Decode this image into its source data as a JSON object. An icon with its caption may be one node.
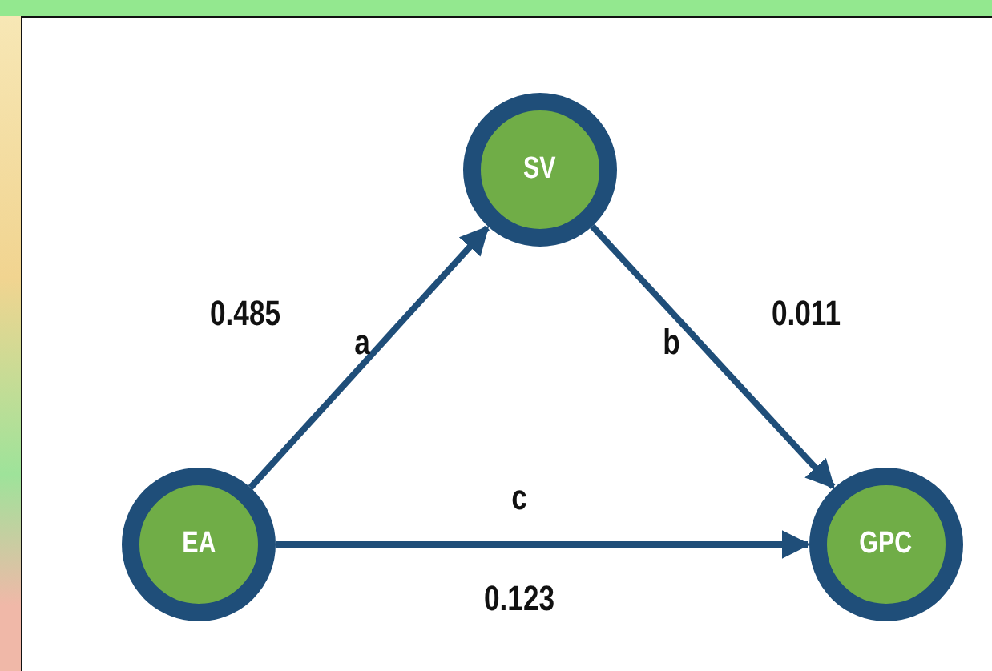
{
  "diagram": {
    "nodes": [
      {
        "text": [
          "SV"
        ]
      },
      {
        "text": [
          "EA"
        ]
      },
      {
        "text": [
          "GPC"
        ]
      }
    ],
    "edges": [
      {
        "from": 1,
        "to": 0,
        "arrow": "to",
        "label": "a"
      },
      {
        "from": 0,
        "to": 2,
        "arrow": "to",
        "label": "b"
      },
      {
        "from": 1,
        "to": 2,
        "arrow": "to",
        "label": "c"
      }
    ],
    "labels": [
      "0.485",
      "0.011",
      "0.123"
    ]
  }
}
